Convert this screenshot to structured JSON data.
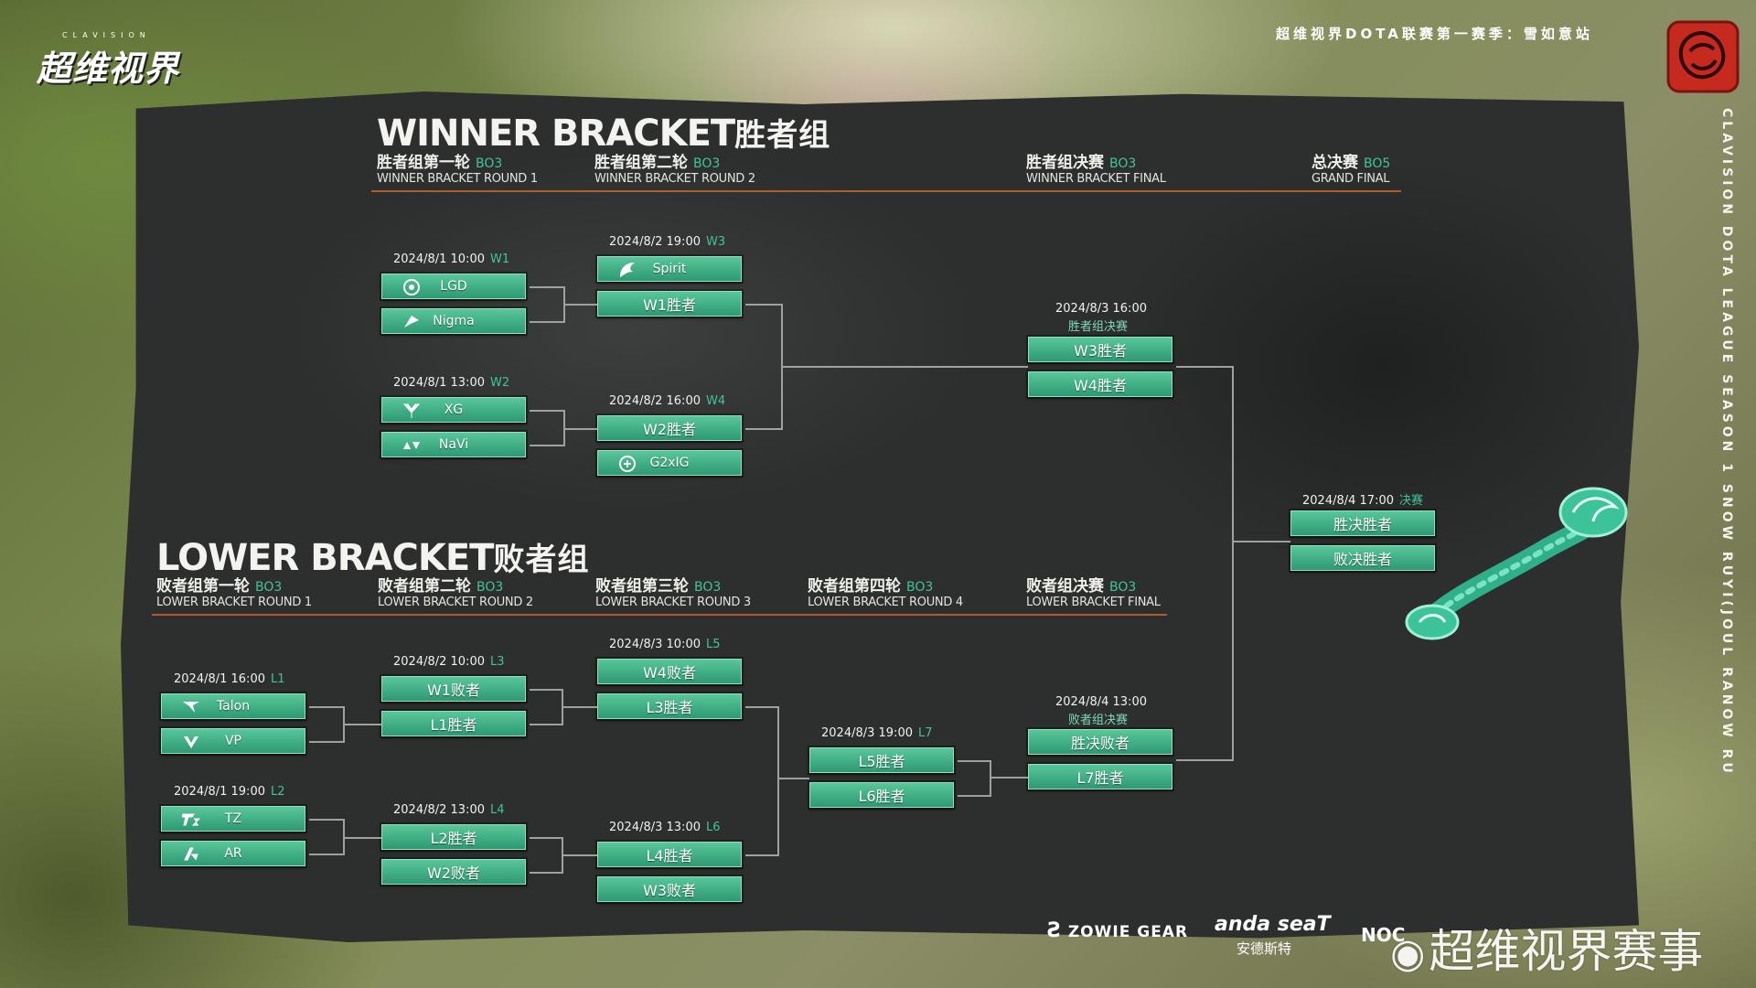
{
  "brand": {
    "logo_sub": "CLAVISION",
    "logo_main": "超维视界"
  },
  "header": {
    "top_title": "超维视界DOTA联赛第一赛季：雪如意站",
    "side_text": "CLAVISION DOTA LEAGUE SEASON 1 SNOW RUYI(JOUL RANOW RU"
  },
  "winner": {
    "title_en": "WINNER BRACKET",
    "title_cn": "胜者组",
    "rounds": [
      {
        "cn": "胜者组第一轮",
        "bo": "BO3",
        "en": "WINNER BRACKET ROUND 1"
      },
      {
        "cn": "胜者组第二轮",
        "bo": "BO3",
        "en": "WINNER BRACKET ROUND 2"
      },
      {
        "cn": "胜者组决赛",
        "bo": "BO3",
        "en": "WINNER BRACKET FINAL"
      },
      {
        "cn": "总决赛",
        "bo": "BO5",
        "en": "GRAND FINAL"
      }
    ],
    "matches": [
      {
        "time": "2024/8/1 10:00",
        "code": "W1",
        "teams": [
          "LGD",
          "Nigma"
        ],
        "icons": [
          "lgd-icon",
          "nigma-icon"
        ]
      },
      {
        "time": "2024/8/1 13:00",
        "code": "W2",
        "teams": [
          "XG",
          "NaVi"
        ],
        "icons": [
          "xg-icon",
          "navi-icon"
        ]
      },
      {
        "time": "2024/8/2 19:00",
        "code": "W3",
        "teams": [
          "Spirit",
          "W1胜者"
        ],
        "icons": [
          "spirit-icon",
          ""
        ]
      },
      {
        "time": "2024/8/2 16:00",
        "code": "W4",
        "teams": [
          "W2胜者",
          "G2xIG"
        ],
        "icons": [
          "",
          "g2xig-icon"
        ]
      },
      {
        "time": "2024/8/3 16:00",
        "code": "胜者组决赛",
        "teams": [
          "W3胜者",
          "W4胜者"
        ]
      },
      {
        "time": "2024/8/4 17:00",
        "code": "决赛",
        "teams": [
          "胜决胜者",
          "败决胜者"
        ]
      }
    ]
  },
  "lower": {
    "title_en": "LOWER BRACKET",
    "title_cn": "败者组",
    "rounds": [
      {
        "cn": "败者组第一轮",
        "bo": "BO3",
        "en": "LOWER BRACKET ROUND 1"
      },
      {
        "cn": "败者组第二轮",
        "bo": "BO3",
        "en": "LOWER BRACKET ROUND 2"
      },
      {
        "cn": "败者组第三轮",
        "bo": "BO3",
        "en": "LOWER BRACKET ROUND 3"
      },
      {
        "cn": "败者组第四轮",
        "bo": "BO3",
        "en": "LOWER BRACKET ROUND 4"
      },
      {
        "cn": "败者组决赛",
        "bo": "BO3",
        "en": "LOWER BRACKET FINAL"
      }
    ],
    "matches": [
      {
        "time": "2024/8/1 16:00",
        "code": "L1",
        "teams": [
          "Talon",
          "VP"
        ],
        "icons": [
          "talon-icon",
          "vp-icon"
        ]
      },
      {
        "time": "2024/8/1 19:00",
        "code": "L2",
        "teams": [
          "TZ",
          "AR"
        ],
        "icons": [
          "tz-icon",
          "ar-icon"
        ]
      },
      {
        "time": "2024/8/2 10:00",
        "code": "L3",
        "teams": [
          "W1败者",
          "L1胜者"
        ]
      },
      {
        "time": "2024/8/2 13:00",
        "code": "L4",
        "teams": [
          "L2胜者",
          "W2败者"
        ]
      },
      {
        "time": "2024/8/3 10:00",
        "code": "L5",
        "teams": [
          "W4败者",
          "L3胜者"
        ]
      },
      {
        "time": "2024/8/3 13:00",
        "code": "L6",
        "teams": [
          "L4胜者",
          "W3败者"
        ]
      },
      {
        "time": "2024/8/3 19:00",
        "code": "L7",
        "teams": [
          "L5胜者",
          "L6胜者"
        ]
      },
      {
        "time": "2024/8/4 13:00",
        "code": "败者组决赛",
        "teams": [
          "胜决败者",
          "L7胜者"
        ]
      }
    ]
  },
  "sponsors": {
    "zowie": "ZOWIE GEAR",
    "anda_en": "anda seaT",
    "anda_cn": "安德斯特",
    "third": "NOC"
  },
  "watermark": "超维视界赛事",
  "colors": {
    "slot": "#3aa881",
    "accent_text": "#42c39a",
    "rule": "#b25c30",
    "connector": "#9ea19e"
  }
}
